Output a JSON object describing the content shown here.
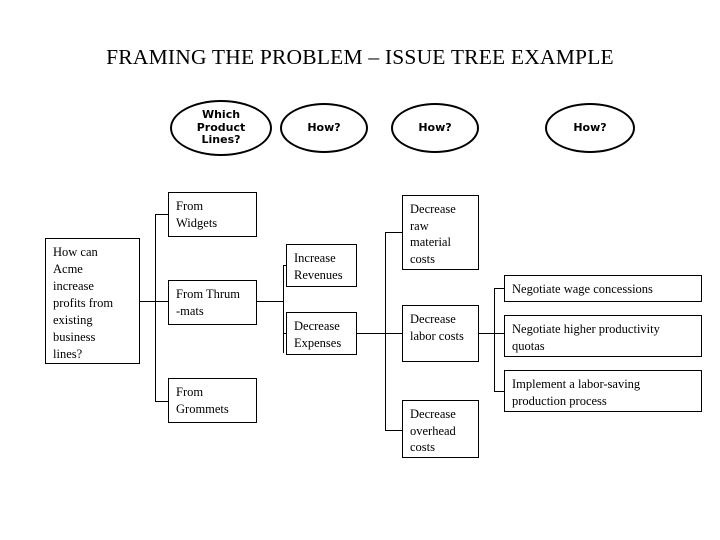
{
  "slide": {
    "title": "FRAMING THE PROBLEM – ISSUE TREE EXAMPLE",
    "background_color": "#ffffff",
    "line_color": "#000000",
    "text_color": "#000000"
  },
  "column_headers": [
    {
      "id": "header-which-product-lines",
      "lines": [
        "Which",
        "Product",
        "Lines?"
      ],
      "shape": "ellipse"
    },
    {
      "id": "header-how-1",
      "lines": [
        "How?"
      ],
      "shape": "ellipse"
    },
    {
      "id": "header-how-2",
      "lines": [
        "How?"
      ],
      "shape": "ellipse"
    },
    {
      "id": "header-how-3",
      "lines": [
        "How?"
      ],
      "shape": "ellipse"
    }
  ],
  "root": {
    "id": "root-question",
    "lines": [
      "How can",
      "Acme",
      "increase",
      "profits from",
      "existing",
      "business",
      "lines?"
    ]
  },
  "level1": [
    {
      "id": "from-widgets",
      "lines": [
        "From",
        "Widgets"
      ]
    },
    {
      "id": "from-thrum-mats",
      "lines": [
        "From Thrum",
        "-mats"
      ]
    },
    {
      "id": "from-grommets",
      "lines": [
        "From",
        "Grommets"
      ]
    }
  ],
  "level2": [
    {
      "id": "increase-revenues",
      "lines": [
        "Increase",
        "Revenues"
      ]
    },
    {
      "id": "decrease-expenses",
      "lines": [
        "Decrease",
        "Expenses"
      ]
    }
  ],
  "level3": [
    {
      "id": "decrease-raw-material-costs",
      "lines": [
        "Decrease",
        "raw",
        "material",
        "costs"
      ]
    },
    {
      "id": "decrease-labor-costs",
      "lines": [
        "Decrease",
        "labor costs"
      ]
    },
    {
      "id": "decrease-overhead-costs",
      "lines": [
        "Decrease",
        "overhead",
        "costs"
      ]
    }
  ],
  "level4": [
    {
      "id": "negotiate-wage-concessions",
      "lines": [
        "Negotiate wage concessions"
      ]
    },
    {
      "id": "negotiate-higher-productivity-quotas",
      "lines": [
        "Negotiate higher productivity",
        "quotas"
      ]
    },
    {
      "id": "implement-labor-saving-production-process",
      "lines": [
        "Implement a labor-saving",
        "production process"
      ]
    }
  ]
}
